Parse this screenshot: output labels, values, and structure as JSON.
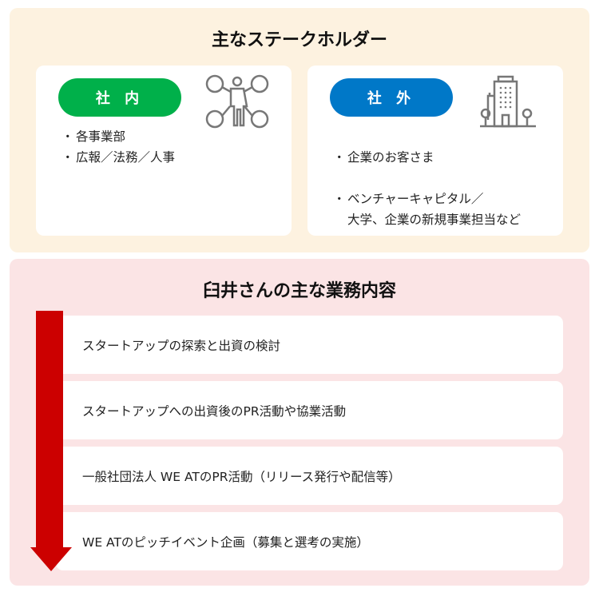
{
  "stakeholders": {
    "title": "主なステークホルダー",
    "internal": {
      "label": "社 内",
      "color": "#00b04a",
      "icon": "people-network-icon",
      "items": [
        "各事業部",
        "広報／法務／人事"
      ]
    },
    "external": {
      "label": "社 外",
      "color": "#0078c8",
      "icon": "office-building-icon",
      "items": [
        "企業のお客さま",
        "ベンチャーキャピタル／\n大学、企業の新規事業担当など"
      ]
    }
  },
  "duties": {
    "title": "臼井さんの主な業務内容",
    "arrow_color": "#cc0000",
    "items": [
      "スタートアップの探索と出資の検討",
      "スタートアップへの出資後のPR活動や協業活動",
      "一般社団法人 WE ATのPR活動（リリース発行や配信等）",
      "WE ATのピッチイベント企画（募集と選考の実施）"
    ]
  }
}
